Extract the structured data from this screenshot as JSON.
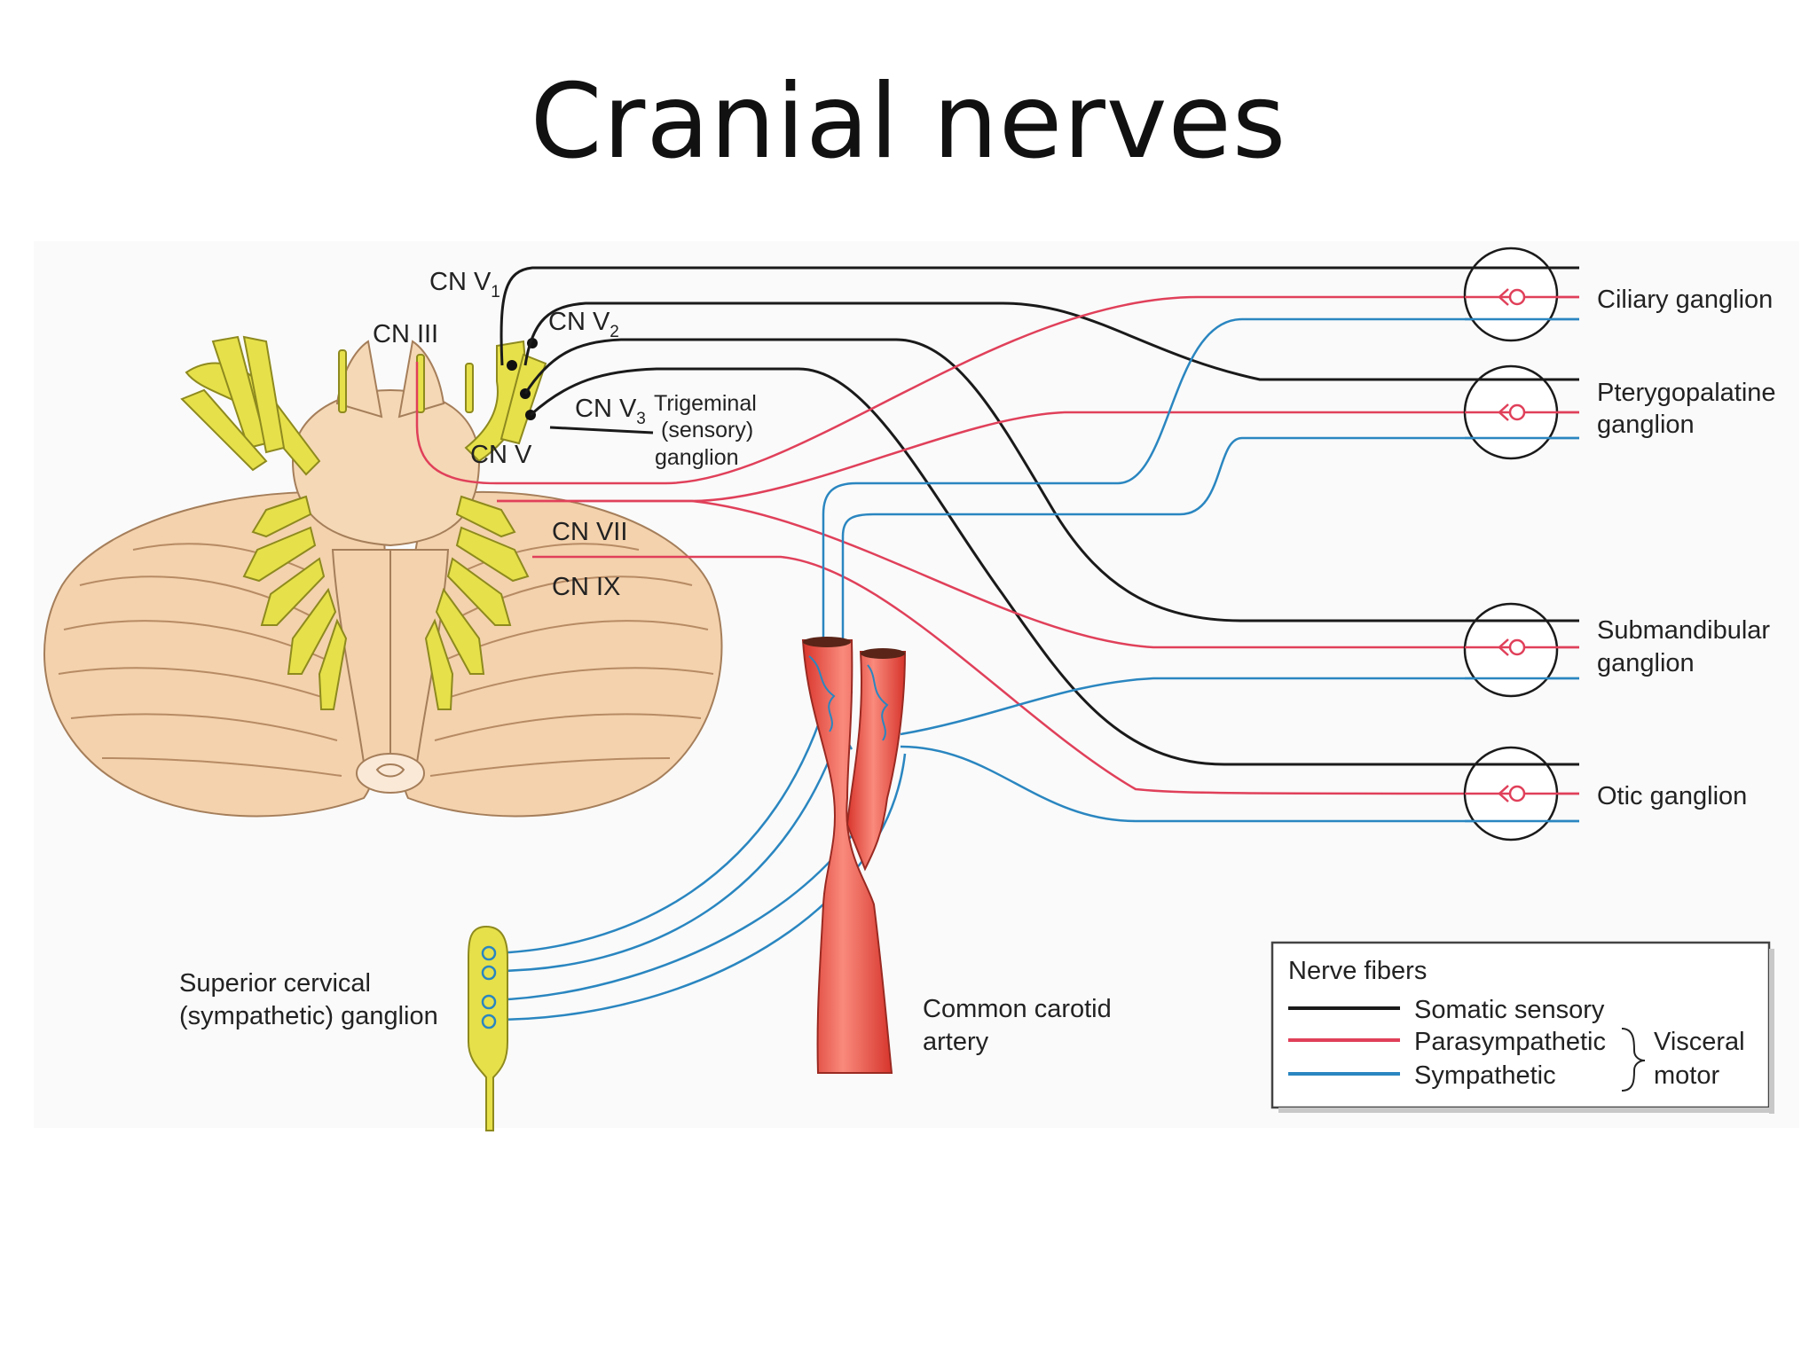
{
  "title": "Cranial nerves",
  "colors": {
    "somatic": "#1a1a1a",
    "parasympathetic": "#e0405a",
    "sympathetic": "#2a86c0",
    "nerve_yellow": "#e6e04a",
    "brainstem": "#f3d2ad",
    "artery": "#ee5a4e"
  },
  "labels": {
    "cn_v1": "CN V",
    "cn_v1_sub": "1",
    "cn_v2": "CN V",
    "cn_v2_sub": "2",
    "cn_v3": "CN V",
    "cn_v3_sub": "3",
    "cn_iii": "CN III",
    "cn_v": "CN V",
    "cn_vii": "CN VII",
    "cn_ix": "CN IX",
    "trigeminal_1": "Trigeminal",
    "trigeminal_2": "(sensory)",
    "trigeminal_3": "ganglion",
    "sup_cervical_1": "Superior  cervical",
    "sup_cervical_2": "(sympathetic) ganglion",
    "carotid_1": "Common carotid",
    "carotid_2": "artery"
  },
  "ganglia": [
    {
      "line1": "Ciliary ganglion",
      "line2": ""
    },
    {
      "line1": "Pterygopalatine",
      "line2": "ganglion"
    },
    {
      "line1": "Submandibular",
      "line2": "ganglion"
    },
    {
      "line1": "Otic ganglion",
      "line2": ""
    }
  ],
  "legend": {
    "title": "Nerve fibers",
    "somatic": "Somatic sensory",
    "parasympathetic": "Parasympathetic",
    "sympathetic": "Sympathetic",
    "visceral_1": "Visceral",
    "visceral_2": "motor"
  }
}
